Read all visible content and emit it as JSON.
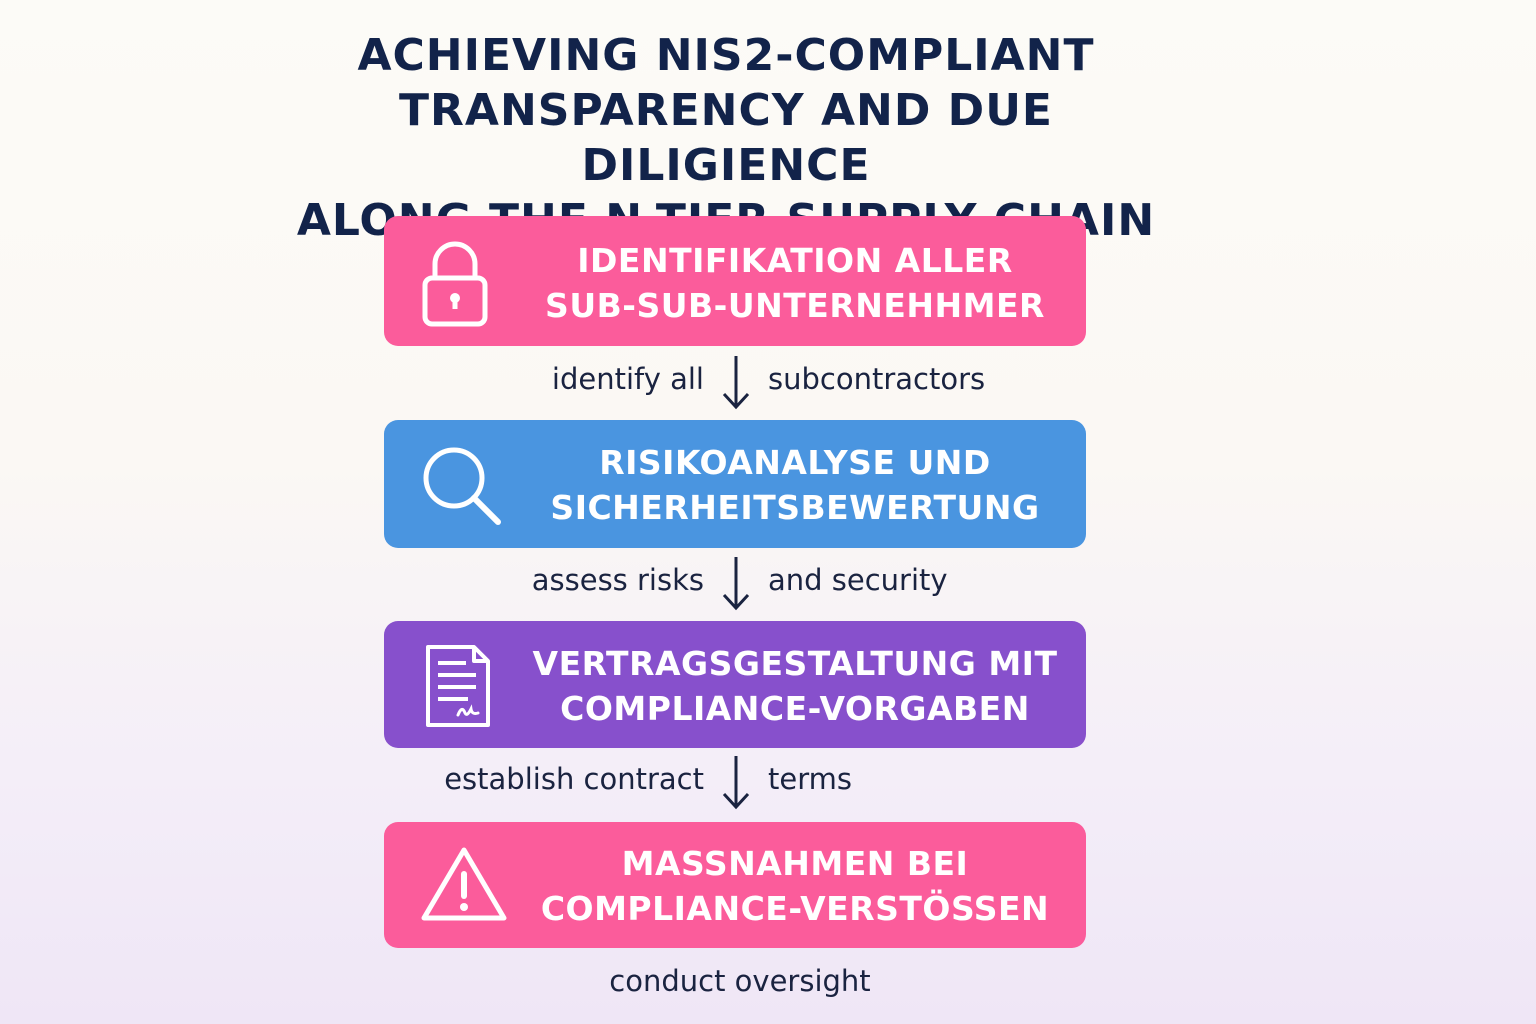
{
  "title": {
    "line1": "ACHIEVING NIS2-COMPLIANT",
    "line2": "TRANSPARENCY AND DUE DILIGIENCE",
    "line3": "ALONG THE N-TIER SUPPLY CHAIN"
  },
  "steps": [
    {
      "icon": "lock-icon",
      "line1": "IDENTIFIKATION ALLER",
      "line2": "SUB-SUB-UNTERNEHHMER",
      "color": "#fb5c9b"
    },
    {
      "icon": "magnifier-icon",
      "line1": "RISIKOANALYSE UND",
      "line2": "SICHERHEITSBEWERTUNG",
      "color": "#4a95e0"
    },
    {
      "icon": "contract-document-icon",
      "line1": "VERTRAGSGESTALTUNG MIT",
      "line2": "COMPLIANCE-VORGABEN",
      "color": "#8750cc"
    },
    {
      "icon": "warning-triangle-icon",
      "line1": "MASSNAHMEN BEI",
      "line2": "COMPLIANCE-VERSTÖSSEN",
      "color": "#fb5c9b"
    }
  ],
  "connectors": [
    {
      "left": "identify all",
      "right": "subcontractors"
    },
    {
      "left": "assess risks",
      "right": "and security"
    },
    {
      "left": "establish contract",
      "right": "terms"
    }
  ],
  "final_note": "conduct oversight"
}
